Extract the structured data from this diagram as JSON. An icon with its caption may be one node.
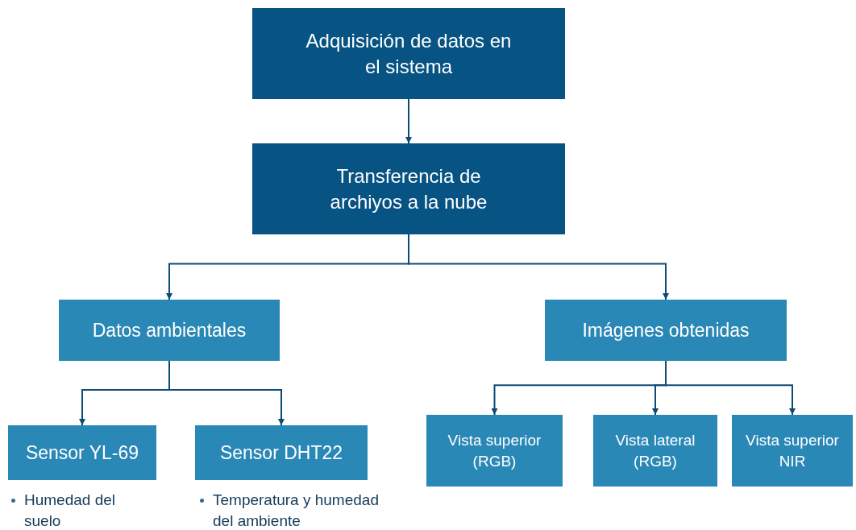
{
  "diagram": {
    "nodes": [
      {
        "text": [
          "Adquisición de datos en el sistema"
        ]
      },
      {
        "text": [
          "Transferencia de archiyos a la nube"
        ]
      },
      {
        "text": [
          "Datos ambientales"
        ]
      },
      {
        "text": [
          "Imágenes obtenidas"
        ]
      },
      {
        "text": [
          "Sensor YL-69"
        ],
        "beside": [
          "Humedad del suelo"
        ]
      },
      {
        "text": [
          "Sensor DHT22"
        ],
        "beside": [
          "Temperatura y humedad del ambiente"
        ]
      },
      {
        "text": [
          "Vista superior (RGB)"
        ]
      },
      {
        "text": [
          "Vista lateral (RGB)"
        ]
      },
      {
        "text": [
          "Vista superior NIR"
        ]
      }
    ],
    "edges": [
      {
        "from": 0,
        "to": 1,
        "arrow": "to"
      },
      {
        "from": 1,
        "to": 2,
        "arrow": "to"
      },
      {
        "from": 1,
        "to": 3,
        "arrow": "to"
      },
      {
        "from": 2,
        "to": 4,
        "arrow": "to"
      },
      {
        "from": 2,
        "to": 5,
        "arrow": "to"
      },
      {
        "from": 3,
        "to": 6,
        "arrow": "to"
      },
      {
        "from": 3,
        "to": 7,
        "arrow": "to"
      },
      {
        "from": 3,
        "to": 8,
        "arrow": "to"
      }
    ]
  }
}
